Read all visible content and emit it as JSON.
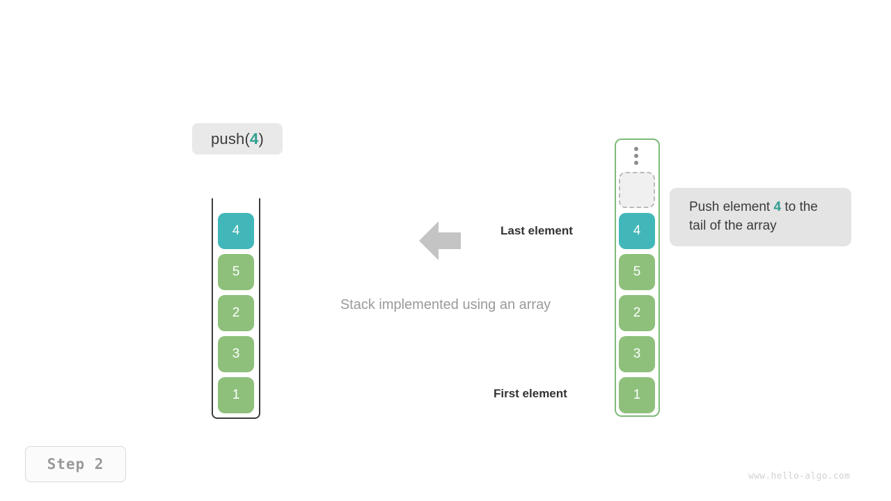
{
  "operation": {
    "name": "push",
    "open_paren": "(",
    "value": "4",
    "close_paren": ")"
  },
  "stack_panel": {
    "caption": "Stack implemented using an array",
    "cells": [
      {
        "value": "4",
        "color": "teal"
      },
      {
        "value": "5",
        "color": "green"
      },
      {
        "value": "2",
        "color": "green"
      },
      {
        "value": "3",
        "color": "green"
      },
      {
        "value": "1",
        "color": "green"
      }
    ]
  },
  "array_panel": {
    "ellipsis_icon": "vertical-ellipsis-icon",
    "empty_slot_label": "",
    "cells": [
      {
        "value": "4",
        "color": "teal"
      },
      {
        "value": "5",
        "color": "green"
      },
      {
        "value": "2",
        "color": "green"
      },
      {
        "value": "3",
        "color": "green"
      },
      {
        "value": "1",
        "color": "green"
      }
    ]
  },
  "labels": {
    "last_element": "Last element",
    "first_element": "First element",
    "arrow_icon": "arrow-left-icon"
  },
  "annotation": {
    "text_before": "Push element ",
    "value": "4",
    "text_after": " to the tail of the array"
  },
  "step": {
    "label": "Step 2"
  },
  "watermark": {
    "text": "www.hello-algo.com"
  },
  "colors": {
    "teal": "#42b7b9",
    "green": "#8ec07c",
    "accent_text": "#2f9e8f",
    "frame_dark": "#3c3c3c",
    "frame_green": "#7dba79",
    "arrow_gray": "#c4c4c4"
  }
}
